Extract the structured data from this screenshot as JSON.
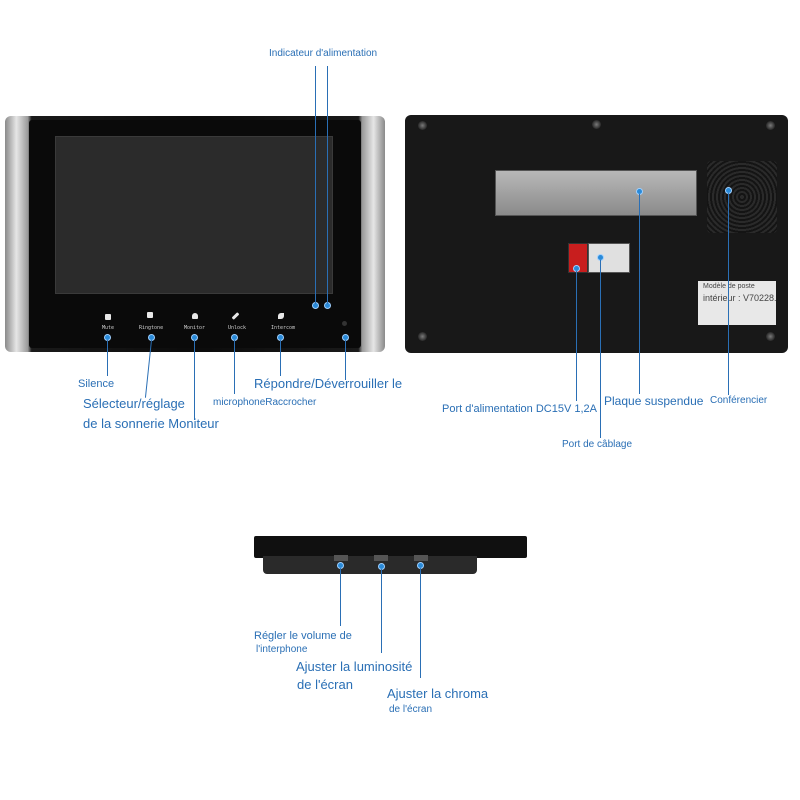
{
  "labels": {
    "power_indicator": "Indicateur d'alimentation",
    "silence": "Silence",
    "ringtone_selector_1": "Sélecteur/réglage",
    "ringtone_selector_2": "de la sonnerie Moniteur",
    "microphone_hangup": "microphoneRaccrocher",
    "answer_unlock": "Répondre/Déverrouiller le",
    "power_port": "Port d'alimentation DC15V 1,2A",
    "wiring_port": "Port de câblage",
    "hanging_plate": "Plaque suspendue",
    "speaker": "Conférencier",
    "intercom_volume_1": "Régler le volume de",
    "intercom_volume_2": "l'interphone",
    "brightness_1": "Ajuster la luminosité",
    "brightness_2": "de l'écran",
    "chroma_1": "Ajuster la chroma",
    "chroma_2": "de l'écran"
  },
  "front_buttons": [
    "Mute",
    "Ringtone",
    "Monitor",
    "Unlock",
    "Intercom"
  ],
  "back_label": {
    "line1": "Modèle de poste",
    "line2": "intérieur : V70228."
  },
  "colors": {
    "label_blue": "#2a6fb5",
    "marker_blue": "#2a8ad8"
  }
}
